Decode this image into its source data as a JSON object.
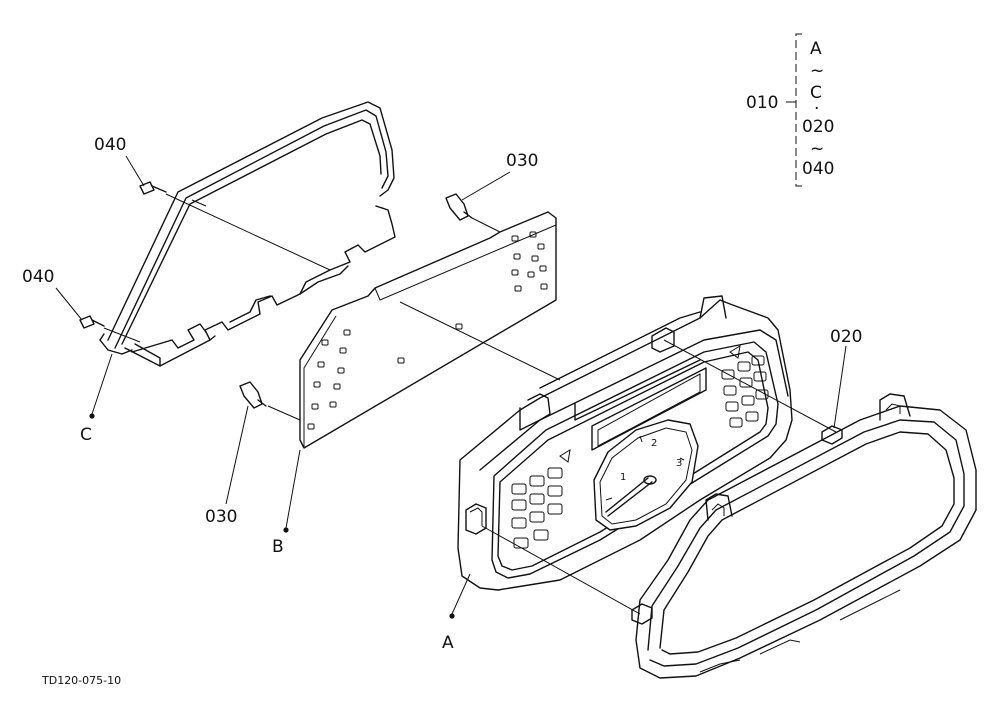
{
  "callouts": {
    "c040_top": "040",
    "c040_left": "040",
    "c030_top": "030",
    "c030_bottom": "030",
    "c020": "020",
    "c010": "010"
  },
  "points": {
    "a": "A",
    "b": "B",
    "c": "C"
  },
  "bracket": {
    "line1": "A",
    "line2": "~",
    "line3": "C",
    "line4": "·",
    "line5": "020",
    "line6": "~",
    "line7": "040"
  },
  "gauge": {
    "n1": "1",
    "n2": "2",
    "n3": "3"
  },
  "figure_code": "TD120-075-10"
}
